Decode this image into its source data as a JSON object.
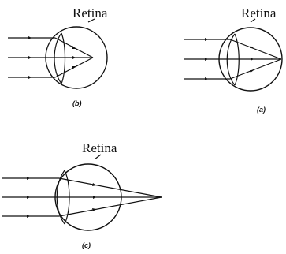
{
  "diagrams": [
    {
      "id": "b",
      "retina_label": "Retina",
      "caption": "(b)"
    },
    {
      "id": "a",
      "retina_label": "Retina",
      "caption": "(a)"
    },
    {
      "id": "c",
      "retina_label": "Retina",
      "caption": "(c)"
    }
  ]
}
